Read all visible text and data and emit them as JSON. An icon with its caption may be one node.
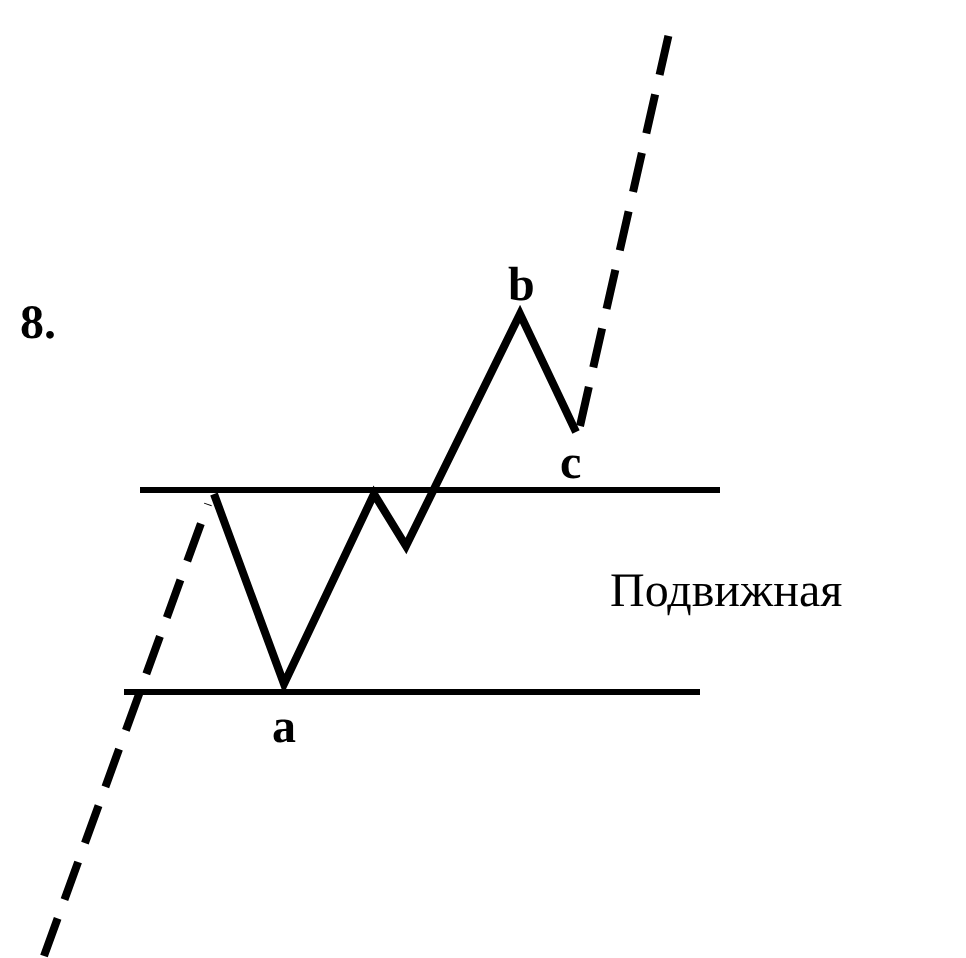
{
  "diagram": {
    "labels": [
      "8.",
      "b",
      "c",
      "Подвижная",
      "a"
    ]
  }
}
